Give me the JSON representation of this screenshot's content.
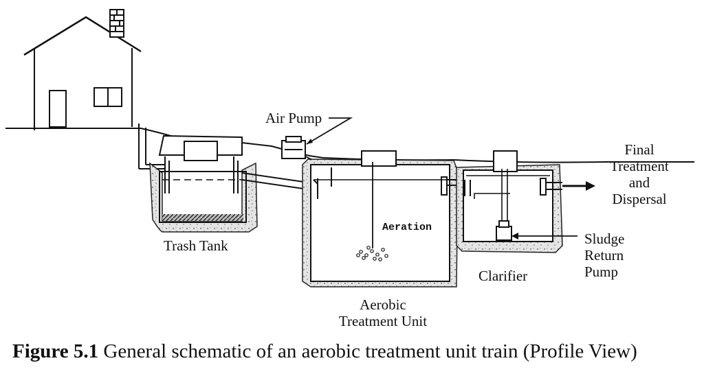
{
  "labels": {
    "air_pump": "Air Pump",
    "final_1": "Final",
    "final_2": "Treatment",
    "final_3": "and",
    "final_4": "Dispersal",
    "aeration": "Aeration",
    "trash_tank": "Trash Tank",
    "sludge_1": "Sludge",
    "sludge_2": "Return",
    "sludge_3": "Pump",
    "clarifier": "Clarifier",
    "atu_1": "Aerobic",
    "atu_2": "Treatment Unit"
  },
  "caption": {
    "number": "Figure 5.1",
    "text": "General schematic of an aerobic treatment unit train (Profile View)"
  }
}
